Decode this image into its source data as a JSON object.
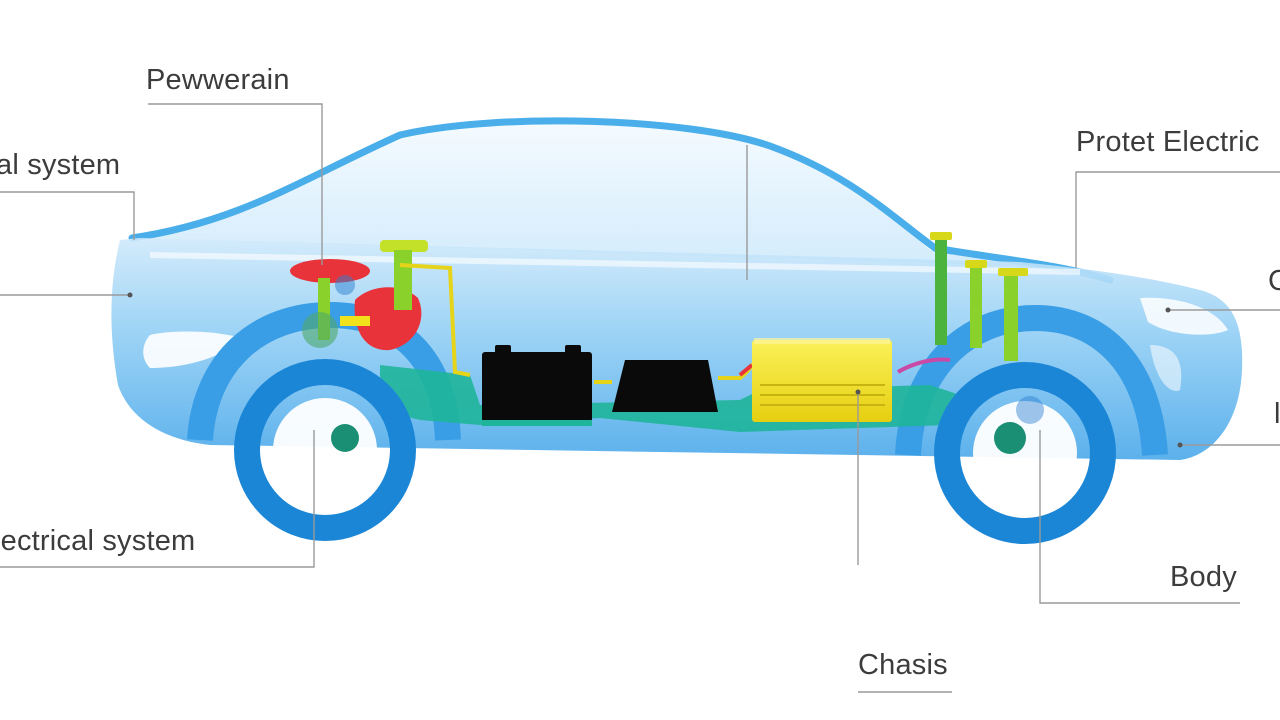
{
  "diagram": {
    "labels": {
      "powertrain": "Pewwerain",
      "electrical_left_top": "al system",
      "electrical_left_bottom": "lectrical system",
      "protect_electric": "Protet Electric",
      "right_mid_letter": "C",
      "right_low_letter": "l",
      "body": "Body",
      "chassis": "Chasis"
    },
    "colors": {
      "body_shell": "#5cb2ee",
      "body_outline": "#2f9be0",
      "wheel": "#1c86d6",
      "floor": "#1fb59a",
      "battery": "#0a0a0a",
      "inverter": "#f2e21c",
      "motor": "#e8333b",
      "strut": "#8bd12c",
      "leader_line": "#9a9a9a"
    }
  }
}
